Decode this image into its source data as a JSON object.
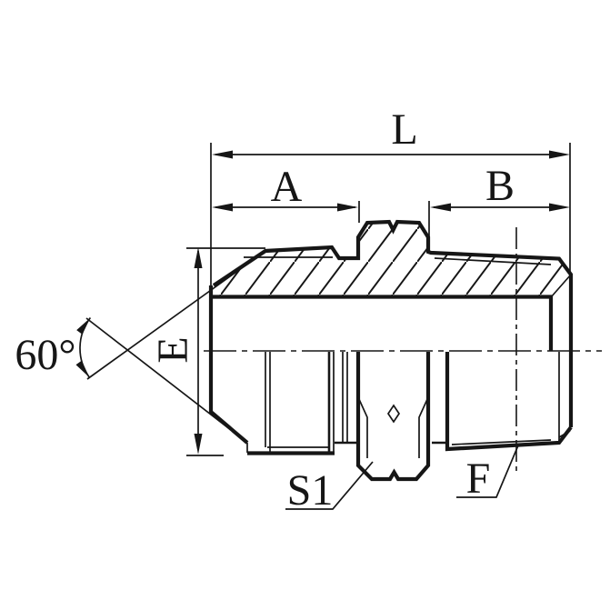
{
  "labels": {
    "overall_length": "L",
    "section_a_length": "A",
    "section_b_length": "B",
    "cone_angle": "60°",
    "flare_diameter": "E",
    "hex_across_flats": "S1",
    "thread_ref": "F"
  },
  "colors": {
    "line": "#161616",
    "background": "#ffffff"
  }
}
